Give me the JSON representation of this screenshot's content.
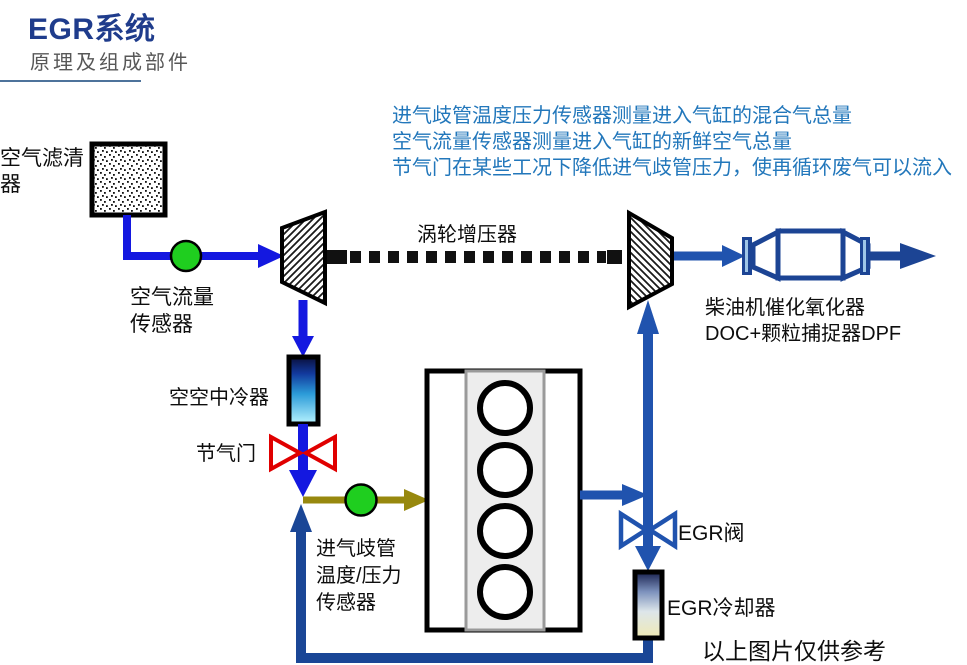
{
  "header": {
    "title": "EGR系统",
    "subtitle": "原理及组成部件"
  },
  "notes": {
    "line1": "进气歧管温度压力传感器测量进入气缸的混合气总量",
    "line2": "空气流量传感器测量进入气缸的新鲜空气总量",
    "line3": "节气门在某些工况下降低进气歧管压力，使再循环废气可以流入"
  },
  "components": {
    "air_filter": "空气滤清器",
    "air_flow_sensor": "空气流量传感器",
    "turbocharger": "涡轮增压器",
    "catalyst_line1": "柴油机催化氧化器",
    "catalyst_line2": "DOC+颗粒捕捉器DPF",
    "intercooler": "空空中冷器",
    "throttle": "节气门",
    "manifold_sensor_line1": "进气歧管",
    "manifold_sensor_line2": "温度/压力",
    "manifold_sensor_line3": "传感器",
    "egr_valve": "EGR阀",
    "egr_cooler": "EGR冷却器"
  },
  "footer": {
    "disclaimer": "以上图片仅供参考"
  },
  "colors": {
    "title_navy": "#1f3c8c",
    "notes_blue": "#2277bb",
    "intake_pipe_blue": "#1418e0",
    "exhaust_pipe_blue": "#2053ae",
    "return_pipe_navy": "#1a4696",
    "sensor_green": "#1fce1f",
    "throttle_red": "#e00000",
    "manifold_olive": "#97880e"
  }
}
